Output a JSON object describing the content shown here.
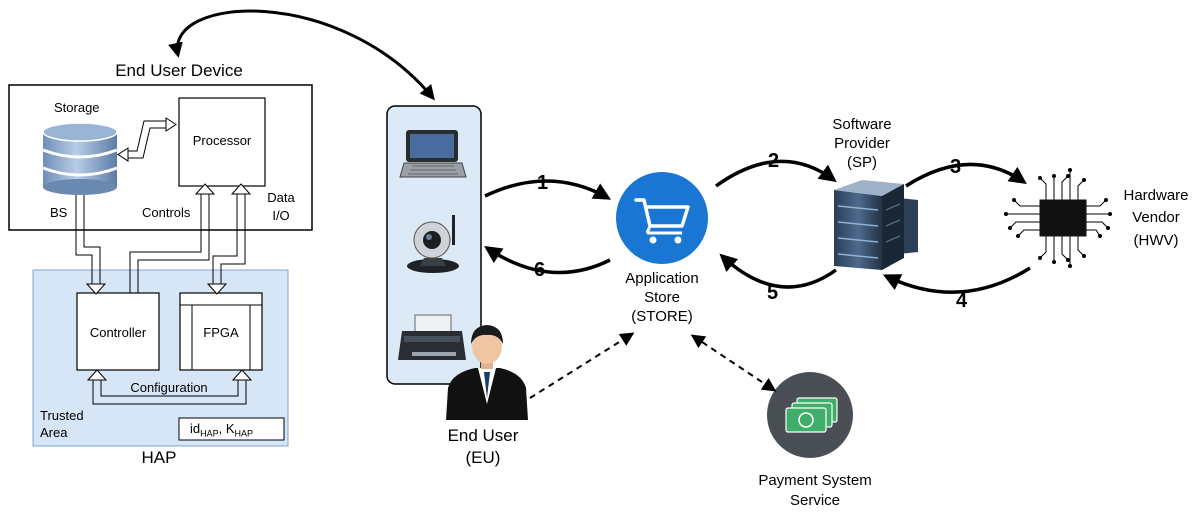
{
  "end_user_device": {
    "title": "End User Device",
    "storage_label": "Storage",
    "processor_label": "Processor",
    "bs_label": "BS",
    "controls_label": "Controls",
    "data_io_line1": "Data",
    "data_io_line2": "I/O"
  },
  "hap": {
    "title": "HAP",
    "controller_label": "Controller",
    "fpga_label": "FPGA",
    "configuration_label": "Configuration",
    "trusted_line1": "Trusted",
    "trusted_line2": "Area",
    "id_base": "id",
    "id_sub": "HAP",
    "key_base": "K",
    "key_sub": "HAP",
    "separator": ", "
  },
  "end_user": {
    "line1": "End User",
    "line2": "(EU)"
  },
  "store": {
    "line1": "Application",
    "line2": "Store",
    "line3": "(STORE)"
  },
  "software_provider": {
    "line1": "Software",
    "line2": "Provider",
    "line3": "(SP)"
  },
  "hardware_vendor": {
    "line1": "Hardware",
    "line2": "Vendor",
    "line3": "(HWV)"
  },
  "payment": {
    "line1": "Payment System",
    "line2": "Service"
  },
  "steps": [
    "1",
    "2",
    "3",
    "4",
    "5",
    "6"
  ],
  "colors": {
    "hap_fill": "#d6e6f7",
    "hap_border": "#7fa7d4",
    "device_panel_fill": "#dce9f7",
    "store_icon": "#1976d2",
    "payment_icon": "#4a4f55",
    "money_green": "#3fae6a"
  },
  "icons": [
    "database-icon",
    "laptop-icon",
    "webcam-icon",
    "printer-icon",
    "businessman-icon",
    "shopping-cart-icon",
    "server-rack-icon",
    "microchip-icon",
    "money-icon"
  ]
}
